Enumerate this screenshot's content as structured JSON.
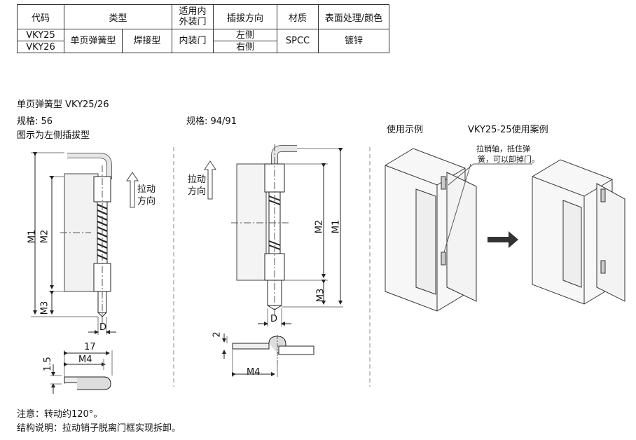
{
  "table": {
    "headers": [
      "代码",
      "类型",
      "适用内\n外装门",
      "插拔方向",
      "材质",
      "表面处理/颜色"
    ],
    "rows": [
      {
        "code": "VKY25",
        "type1": "单页弹簧型",
        "type2": "焊接型",
        "door": "内装门",
        "direction": "左侧",
        "material": "SPCC",
        "finish": "镀锌"
      },
      {
        "code": "VKY26",
        "direction": "右侧"
      }
    ]
  },
  "section_title": "单页弹簧型 VKY25/26",
  "left_drawing": {
    "spec_label": "规格: 56",
    "subtitle": "图示为左侧插拔型",
    "arrow_label_1": "拉动",
    "arrow_label_2": "方向",
    "dim_m1": "M1",
    "dim_m2": "M2",
    "dim_m3": "M3",
    "dim_d": "D",
    "dim_17": "17",
    "dim_m4": "M4",
    "dim_15": "1.5"
  },
  "mid_drawing": {
    "spec_label": "规格: 94/91",
    "arrow_label_1": "拉动",
    "arrow_label_2": "方向",
    "dim_m1": "M1",
    "dim_m2": "M2",
    "dim_m3": "M3",
    "dim_d": "D",
    "dim_2": "2",
    "dim_m4": "M4"
  },
  "right_drawing": {
    "example_label": "使用示例",
    "case_label": "VKY25-25使用案例",
    "callout_1": "拉销轴，抵住弹",
    "callout_2": "簧，可以卸掉门。"
  },
  "notes": {
    "note": "注意：转动约120°。",
    "structure": "结构说明：拉动销子脱离门框实现拆卸。"
  }
}
